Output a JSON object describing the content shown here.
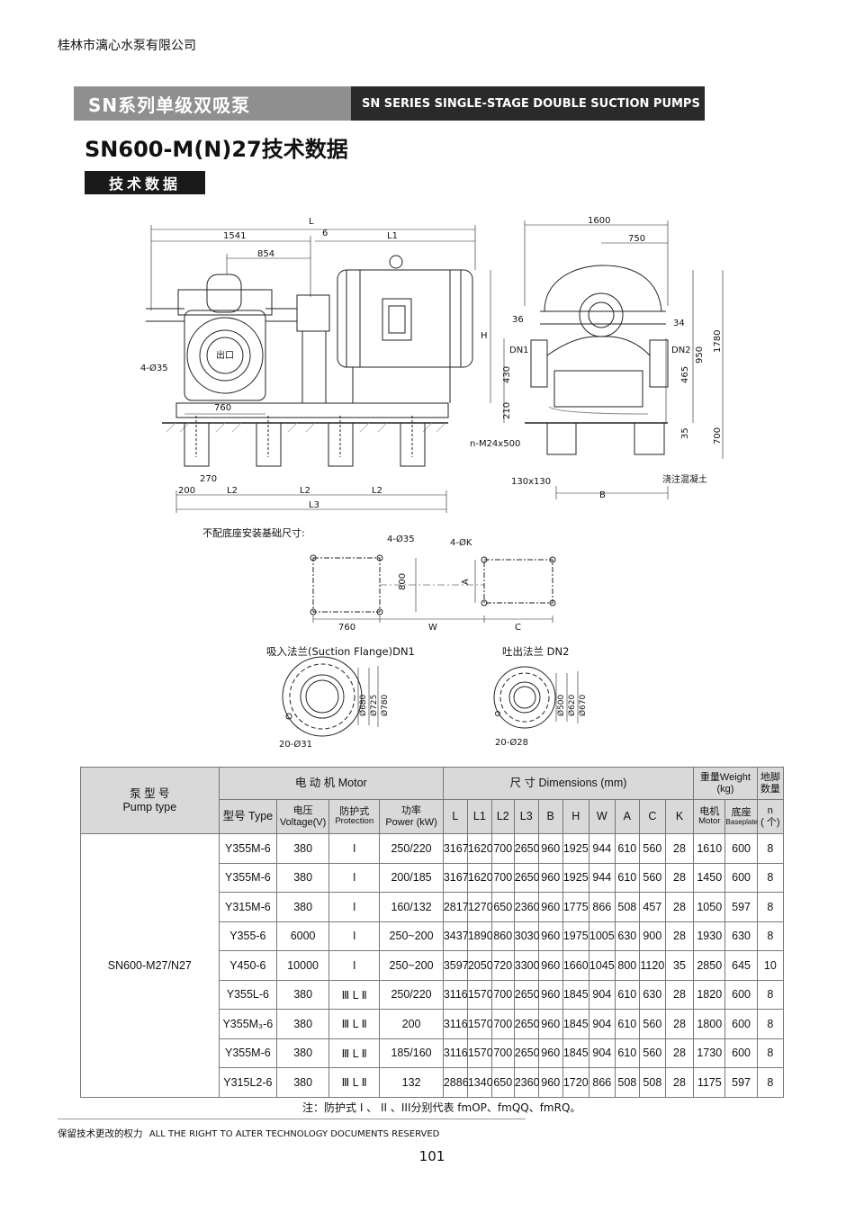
{
  "company": "桂林市漓心水泵有限公司",
  "banner": {
    "cn": "SN系列单级双吸泵",
    "en": "SN SERIES SINGLE-STAGE DOUBLE SUCTION PUMPS"
  },
  "page_title": "SN600-M(N)27技术数据",
  "section_tag": "技术数据",
  "drawing": {
    "dims_front": {
      "L": "L",
      "d1541": "1541",
      "d6": "6",
      "L1": "L1",
      "d854": "854",
      "H": "H",
      "hole": "4-Ø35",
      "outlet": "出口",
      "d760": "760",
      "d270": "270",
      "d200": "200",
      "L2a": "L2",
      "L2b": "L2",
      "L2c": "L2",
      "L3": "L3"
    },
    "dims_side": {
      "d1600": "1600",
      "d750": "750",
      "d36": "36",
      "d34": "34",
      "DN1": "DN1",
      "DN2": "DN2",
      "d430": "430",
      "d465": "465",
      "d950": "950",
      "d1780": "1780",
      "d210": "210",
      "d35": "35",
      "d700": "700",
      "bolt": "n-M24x500",
      "pit": "130x130",
      "concrete": "浇注混凝土",
      "B": "B"
    },
    "foundation": {
      "caption": "不配底座安装基础尺寸:",
      "hole1": "4-Ø35",
      "hole2": "4-ØK",
      "d800": "800",
      "A": "A",
      "d760": "760",
      "W": "W",
      "C": "C"
    },
    "flange_suction": {
      "caption": "吸入法兰(Suction Flange)DN1",
      "d1": "Ø680",
      "d2": "Ø725",
      "d3": "Ø780",
      "holes": "20-Ø31"
    },
    "flange_discharge": {
      "caption": "吐出法兰 DN2",
      "d1": "Ø500",
      "d2": "Ø620",
      "d3": "Ø670",
      "holes": "20-Ø28"
    }
  },
  "table": {
    "headers": {
      "pump_type": "泵 型 号",
      "pump_type_en": "Pump type",
      "motor": "电 动 机 Motor",
      "dims": "尺 寸 Dimensions (mm)",
      "weight": "重量Weight",
      "weight_unit": "(kg)",
      "anchor": "地脚",
      "anchor2": "数量",
      "model": "型号 Type",
      "voltage": "电压",
      "voltage_en": "Voltage(V)",
      "protection": "防护式",
      "protection_en": "Protection",
      "power": "功率",
      "power_en": "Power (kW)",
      "L": "L",
      "L1": "L1",
      "L2": "L2",
      "L3": "L3",
      "B": "B",
      "H": "H",
      "W": "W",
      "A": "A",
      "C": "C",
      "K": "K",
      "motor_w": "电机",
      "motor_w_en": "Motor",
      "base_w": "底座",
      "base_w_en": "Baseplate",
      "n": "n",
      "n_unit": "( 个)"
    },
    "pump_name": "SN600-M27/N27",
    "rows": [
      [
        "Y355M-6",
        "380",
        "I",
        "250/220",
        "3167",
        "1620",
        "700",
        "2650",
        "960",
        "1925",
        "944",
        "610",
        "560",
        "28",
        "1610",
        "600",
        "8"
      ],
      [
        "Y355M-6",
        "380",
        "I",
        "200/185",
        "3167",
        "1620",
        "700",
        "2650",
        "960",
        "1925",
        "944",
        "610",
        "560",
        "28",
        "1450",
        "600",
        "8"
      ],
      [
        "Y315M-6",
        "380",
        "I",
        "160/132",
        "2817",
        "1270",
        "650",
        "2360",
        "960",
        "1775",
        "866",
        "508",
        "457",
        "28",
        "1050",
        "597",
        "8"
      ],
      [
        "Y355-6",
        "6000",
        "I",
        "250~200",
        "3437",
        "1890",
        "860",
        "3030",
        "960",
        "1975",
        "1005",
        "630",
        "900",
        "28",
        "1930",
        "630",
        "8"
      ],
      [
        "Y450-6",
        "10000",
        "I",
        "250~200",
        "3597",
        "2050",
        "720",
        "3300",
        "960",
        "1660",
        "1045",
        "800",
        "1120",
        "35",
        "2850",
        "645",
        "10"
      ],
      [
        "Y355L-6",
        "380",
        "Ⅲ L Ⅱ",
        "250/220",
        "3116",
        "1570",
        "700",
        "2650",
        "960",
        "1845",
        "904",
        "610",
        "630",
        "28",
        "1820",
        "600",
        "8"
      ],
      [
        "Y355M₃-6",
        "380",
        "Ⅲ L Ⅱ",
        "200",
        "3116",
        "1570",
        "700",
        "2650",
        "960",
        "1845",
        "904",
        "610",
        "560",
        "28",
        "1800",
        "600",
        "8"
      ],
      [
        "Y355M-6",
        "380",
        "Ⅲ L Ⅱ",
        "185/160",
        "3116",
        "1570",
        "700",
        "2650",
        "960",
        "1845",
        "904",
        "610",
        "560",
        "28",
        "1730",
        "600",
        "8"
      ],
      [
        "Y315L2-6",
        "380",
        "Ⅲ L Ⅱ",
        "132",
        "2886",
        "1340",
        "650",
        "2360",
        "960",
        "1720",
        "866",
        "508",
        "508",
        "28",
        "1175",
        "597",
        "8"
      ]
    ]
  },
  "note": "注：防护式 I 、 II 、III分别代表 fmOP、fmQQ、fmRQ。",
  "footer": {
    "cn": "保留技术更改的权力",
    "en": "ALL THE RIGHT TO ALTER TECHNOLOGY DOCUMENTS RESERVED"
  },
  "page_number": "101"
}
